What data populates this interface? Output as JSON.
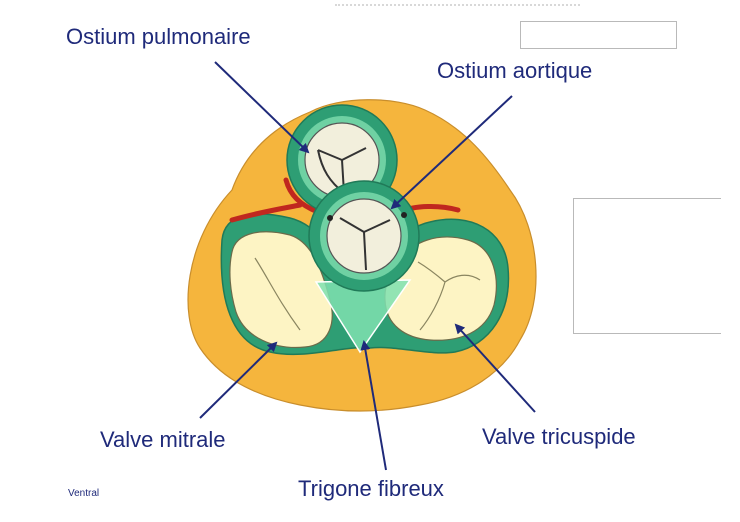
{
  "labels": {
    "ostium_pulmonaire": "Ostium pulmonaire",
    "ostium_aortique": "Ostium aortique",
    "valve_mitrale": "Valve mitrale",
    "valve_tricuspide": "Valve tricuspide",
    "trigone_fibreux": "Trigone fibreux",
    "orientation": "Ventral"
  },
  "colors": {
    "annulus_fat": "#f5b53d",
    "fibrous_ring": "#2e9e74",
    "ring_highlight": "#6fd1a3",
    "leaflet": "#fdf4c4",
    "cusp": "#f2efdc",
    "coronary": "#c0271f",
    "pointer": "#1f2a7a",
    "trigone": "#7fe0b0"
  }
}
